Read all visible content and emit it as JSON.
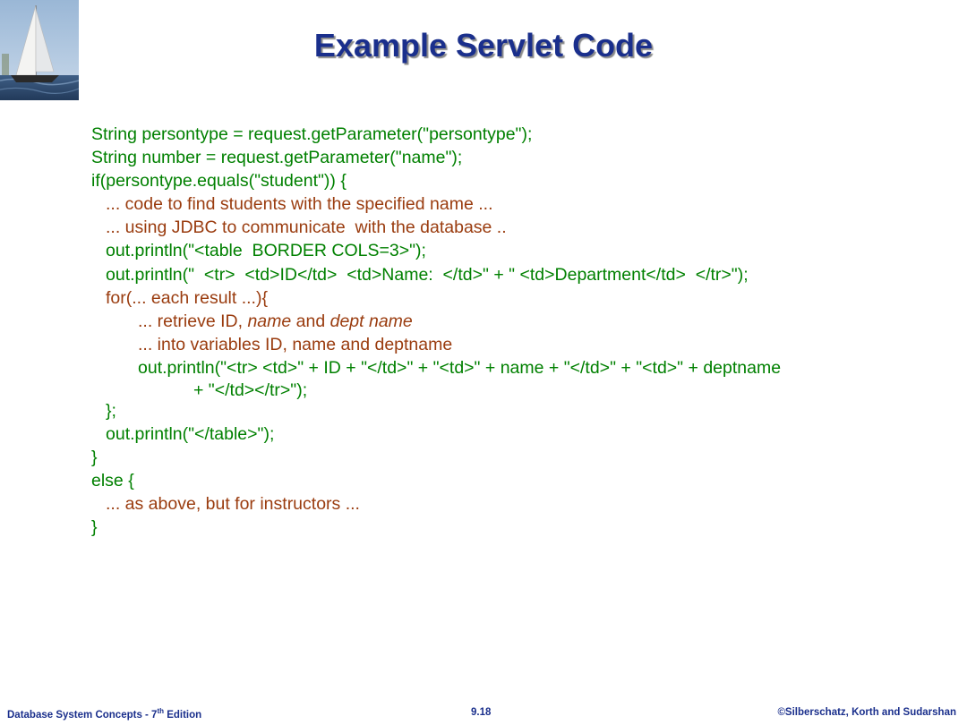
{
  "slide": {
    "title": "Example Servlet Code",
    "logo_icon": "sailboat-logo-icon"
  },
  "code": {
    "l1": "String persontype = request.getParameter(\"persontype\");",
    "l2": "String number = request.getParameter(\"name\");",
    "l3": "if(persontype.equals(\"student\")) {",
    "l4": "... code to find students with the specified name ...",
    "l5": "... using JDBC to communicate  with the database ..",
    "l6": "out.println(\"<table  BORDER COLS=3>\");",
    "l7": "out.println(\"  <tr>  <td>ID</td>  <td>Name:  </td>\" + \" <td>Department</td>  </tr>\");",
    "l8": "for(... each result ...){",
    "l9_a": "... retrieve ID, ",
    "l9_b": "name",
    "l9_c": " and ",
    "l9_d": "dept name",
    "l10": "... into variables ID, name and deptname",
    "l11_a": "out.println(\"<tr>  <td>\" + ID + \"</td>\" + \"<td>\" + name + \"</td>\" + \"<td>\" + deptname",
    "l11_b": "+ \"</td></tr>\");",
    "l12": "};",
    "l13": "out.println(\"</table>\");",
    "l14": "}",
    "l15": "else {",
    "l16": "... as above, but for instructors ...",
    "l17": "}"
  },
  "footer": {
    "left_a": "Database System Concepts - 7",
    "left_sup": "th",
    "left_b": " Edition",
    "page": "9.18",
    "copyright": "©Silberschatz, Korth and Sudarshan"
  },
  "colors": {
    "title": "#1a2f8c",
    "code_green": "#008000",
    "comment_brown": "#9a3c0f",
    "footer": "#1a2f8c"
  }
}
